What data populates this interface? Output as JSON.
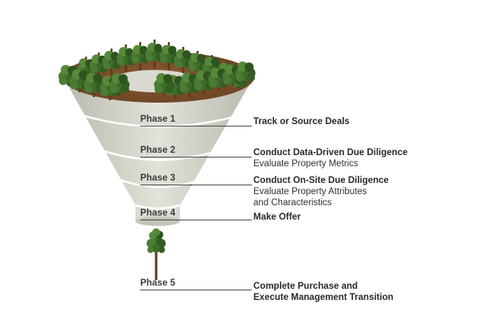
{
  "colors": {
    "funnel_light": "#dcdcd4",
    "funnel_mid": "#c8c8be",
    "funnel_dark": "#b3b3a8",
    "soil": "#7a4e2a",
    "foliage": "#3f6b2a",
    "trunk": "#5a3a1e",
    "text": "#2a2a2a"
  },
  "icons": {
    "forest": "forest-canopy-icon",
    "tree": "single-tree-icon"
  },
  "phases": [
    {
      "label": "Phase 1",
      "title": "Track or Source Deals",
      "sub": []
    },
    {
      "label": "Phase 2",
      "title": "Conduct Data-Driven Due Diligence",
      "sub": [
        "Evaluate Property Metrics"
      ]
    },
    {
      "label": "Phase 3",
      "title": "Conduct On-Site Due Diligence",
      "sub": [
        "Evaluate Property Attributes",
        "and Characteristics"
      ]
    },
    {
      "label": "Phase 4",
      "title": "Make Offer",
      "sub": []
    },
    {
      "label": "Phase 5",
      "title": "Complete Purchase and",
      "sub": [],
      "title2": "Execute Management Transition"
    }
  ]
}
